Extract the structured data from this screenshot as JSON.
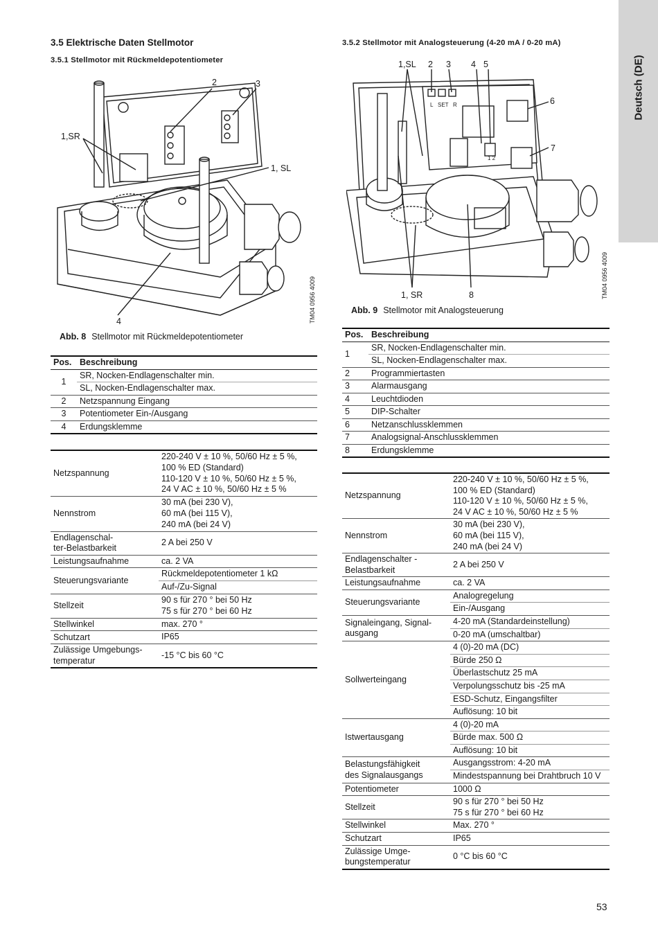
{
  "section_title": "3.5 Elektrische Daten Stellmotor",
  "left": {
    "subtitle": "3.5.1 Stellmotor mit Rückmeldepotentiometer",
    "figure": {
      "callouts": [
        "2",
        "3",
        "1,SR",
        "1, SL",
        "4"
      ],
      "tm_code": "TM04 0956 4009",
      "caption_label": "Abb. 8",
      "caption_text": "Stellmotor mit Rückmeldepotentiometer"
    },
    "pos_table": {
      "headers": [
        "Pos.",
        "Beschreibung"
      ],
      "rows": [
        {
          "pos": "1",
          "desc": [
            "SR, Nocken-Endlagenschalter min.",
            "SL, Nocken-Endlagenschalter max."
          ]
        },
        {
          "pos": "2",
          "desc": [
            "Netzspannung Eingang"
          ]
        },
        {
          "pos": "3",
          "desc": [
            "Potentiometer Ein-/Ausgang"
          ]
        },
        {
          "pos": "4",
          "desc": [
            "Erdungsklemme"
          ]
        }
      ]
    },
    "spec_table": [
      {
        "key": "Netzspannung",
        "values": [
          "220-240 V ± 10 %, 50/60 Hz ± 5 %,\n100 % ED (Standard)\n110-120 V ± 10 %, 50/60 Hz ± 5 %,\n24 V AC ± 10 %, 50/60 Hz ± 5 %"
        ]
      },
      {
        "key": "Nennstrom",
        "values": [
          "30 mA (bei 230 V),\n60 mA (bei 115 V),\n240 mA (bei 24 V)"
        ]
      },
      {
        "key": "Endlagenschal-\nter-Belastbarkeit",
        "values": [
          "2 A bei 250 V"
        ]
      },
      {
        "key": "Leistungsaufnahme",
        "values": [
          "ca. 2 VA"
        ]
      },
      {
        "key": "Steuerungsvariante",
        "values": [
          "Rückmeldepotentiometer 1 kΩ",
          "Auf-/Zu-Signal"
        ]
      },
      {
        "key": "Stellzeit",
        "values": [
          "90 s für 270 ° bei 50 Hz\n75 s für 270 ° bei 60 Hz"
        ]
      },
      {
        "key": "Stellwinkel",
        "values": [
          "max. 270 °"
        ]
      },
      {
        "key": "Schutzart",
        "values": [
          "IP65"
        ]
      },
      {
        "key": "Zulässige Umgebungs-\ntemperatur",
        "values": [
          "-15 °C bis 60 °C"
        ]
      }
    ]
  },
  "right": {
    "subtitle": "3.5.2 Stellmotor mit Analogsteuerung (4-20 mA / 0-20 mA)",
    "figure": {
      "callouts": [
        "1,SL",
        "2",
        "3",
        "4",
        "5",
        "6",
        "7",
        "1, SR",
        "8"
      ],
      "board_labels": [
        "L",
        "SET",
        "R",
        "1 2"
      ],
      "tm_code": "TM04 0956 4009",
      "caption_label": "Abb. 9",
      "caption_text": "Stellmotor mit Analogsteuerung"
    },
    "pos_table": {
      "headers": [
        "Pos.",
        "Beschreibung"
      ],
      "rows": [
        {
          "pos": "1",
          "desc": [
            "SR, Nocken-Endlagenschalter min.",
            "SL, Nocken-Endlagenschalter max."
          ]
        },
        {
          "pos": "2",
          "desc": [
            "Programmiertasten"
          ]
        },
        {
          "pos": "3",
          "desc": [
            "Alarmausgang"
          ]
        },
        {
          "pos": "4",
          "desc": [
            "Leuchtdioden"
          ]
        },
        {
          "pos": "5",
          "desc": [
            "DIP-Schalter"
          ]
        },
        {
          "pos": "6",
          "desc": [
            "Netzanschlussklemmen"
          ]
        },
        {
          "pos": "7",
          "desc": [
            "Analogsignal-Anschlussklemmen"
          ]
        },
        {
          "pos": "8",
          "desc": [
            "Erdungsklemme"
          ]
        }
      ]
    },
    "spec_table": [
      {
        "key": "Netzspannung",
        "values": [
          "220-240 V ± 10 %, 50/60 Hz ± 5 %,\n100 % ED (Standard)\n110-120 V ± 10 %, 50/60 Hz ± 5 %,\n24 V AC ± 10 %, 50/60 Hz ± 5 %"
        ]
      },
      {
        "key": "Nennstrom",
        "values": [
          "30 mA (bei 230 V),\n60 mA (bei 115 V),\n240 mA (bei 24 V)"
        ]
      },
      {
        "key": "Endlagenschalter -\nBelastbarkeit",
        "values": [
          "2 A bei 250 V"
        ]
      },
      {
        "key": "Leistungsaufnahme",
        "values": [
          "ca. 2 VA"
        ]
      },
      {
        "key": "Steuerungsvariante",
        "values": [
          "Analogregelung",
          "Ein-/Ausgang"
        ]
      },
      {
        "key": "Signaleingang, Signal-\nausgang",
        "values": [
          "4-20 mA (Standardeinstellung)",
          "0-20 mA (umschaltbar)"
        ]
      },
      {
        "key": "Sollwerteingang",
        "values": [
          "4 (0)-20 mA (DC)",
          "Bürde 250 Ω",
          "Überlastschutz 25 mA",
          "Verpolungsschutz bis -25 mA",
          "ESD-Schutz, Eingangsfilter",
          "Auflösung: 10 bit"
        ]
      },
      {
        "key": "Istwertausgang",
        "values": [
          "4 (0)-20 mA",
          "Bürde max. 500 Ω",
          "Auflösung: 10 bit"
        ]
      },
      {
        "key": "Belastungsfähigkeit\ndes Signalausgangs",
        "values": [
          "Ausgangsstrom: 4-20 mA",
          "Mindestspannung bei Drahtbruch 10 V"
        ]
      },
      {
        "key": "Potentiometer",
        "values": [
          "1000 Ω"
        ]
      },
      {
        "key": "Stellzeit",
        "values": [
          "90 s für 270 ° bei 50 Hz\n75 s für 270 ° bei 60 Hz"
        ]
      },
      {
        "key": "Stellwinkel",
        "values": [
          "Max. 270 °"
        ]
      },
      {
        "key": "Schutzart",
        "values": [
          "IP65"
        ]
      },
      {
        "key": "Zulässige Umge-\nbungstemperatur",
        "values": [
          "0 °C bis 60 °C"
        ]
      }
    ]
  },
  "side_tab": "Deutsch (DE)",
  "page_number": "53"
}
